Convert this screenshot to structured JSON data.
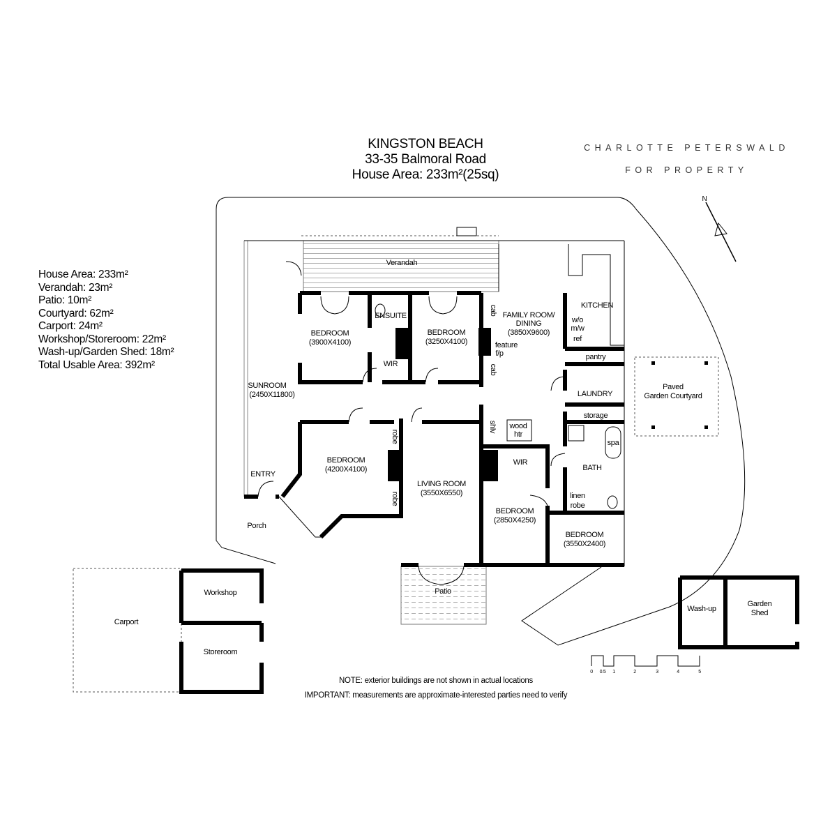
{
  "header": {
    "title": "KINGSTON BEACH",
    "address": "33-35 Balmoral Road",
    "house_area": "House Area: 233m²(25sq)"
  },
  "brand": {
    "line1": "CHARLOTTE PETERSWALD",
    "line2": "FOR PROPERTY"
  },
  "areas": [
    "House Area: 233m²",
    "Verandah: 23m²",
    "Patio: 10m²",
    "Courtyard: 62m²",
    "Carport: 24m²",
    "Workshop/Storeroom: 22m²",
    "Wash-up/Garden Shed: 18m²",
    "Total Usable Area: 392m²"
  ],
  "rooms": {
    "verandah": "Verandah",
    "bedroom1": {
      "name": "BEDROOM",
      "dim": "(3900X4100)"
    },
    "ensuite": "ENSUITE",
    "wir1": "WIR",
    "bedroom2": {
      "name": "BEDROOM",
      "dim": "(3250X4100)"
    },
    "family": {
      "name1": "FAMILY ROOM/",
      "name2": "DINING",
      "dim": "(3850X9600)"
    },
    "cab": "cab",
    "feature": {
      "l1": "feature",
      "l2": "f/p"
    },
    "kitchen": "KITCHEN",
    "wo": "w/o",
    "mw": "m/w",
    "ref": "ref",
    "pantry": "pantry",
    "courtyard": {
      "l1": "Paved",
      "l2": "Garden Courtyard"
    },
    "laundry": "LAUNDRY",
    "storage": "storage",
    "sunroom": {
      "name": "SUNROOM",
      "dim": "(2450X11800)"
    },
    "shlv": "shlv",
    "wood_htr": {
      "l1": "wood",
      "l2": "htr"
    },
    "spa": "spa",
    "bath": "BATH",
    "bedroom3": {
      "name": "BEDROOM",
      "dim": "(4200X4100)"
    },
    "robe": "robe",
    "living": {
      "name": "LIVING ROOM",
      "dim": "(3550X6550)"
    },
    "wir2": "WIR",
    "bedroom4": {
      "name": "BEDROOM",
      "dim": "(2850X4250)"
    },
    "linen": "linen",
    "bedroom5": {
      "name": "BEDROOM",
      "dim": "(3550X2400)"
    },
    "entry": "ENTRY",
    "porch": "Porch",
    "patio": "Patio",
    "carport": "Carport",
    "workshop": "Workshop",
    "storeroom": "Storeroom",
    "washup": "Wash-up",
    "shed": {
      "l1": "Garden",
      "l2": "Shed"
    }
  },
  "compass": {
    "label": "N"
  },
  "scale": {
    "ticks": [
      "0",
      "0.5",
      "1",
      "2",
      "3",
      "4",
      "5"
    ]
  },
  "notes": {
    "note": "NOTE: exterior buildings are not shown in actual locations",
    "important": "IMPORTANT: measurements are approximate-interested parties need to verify"
  }
}
